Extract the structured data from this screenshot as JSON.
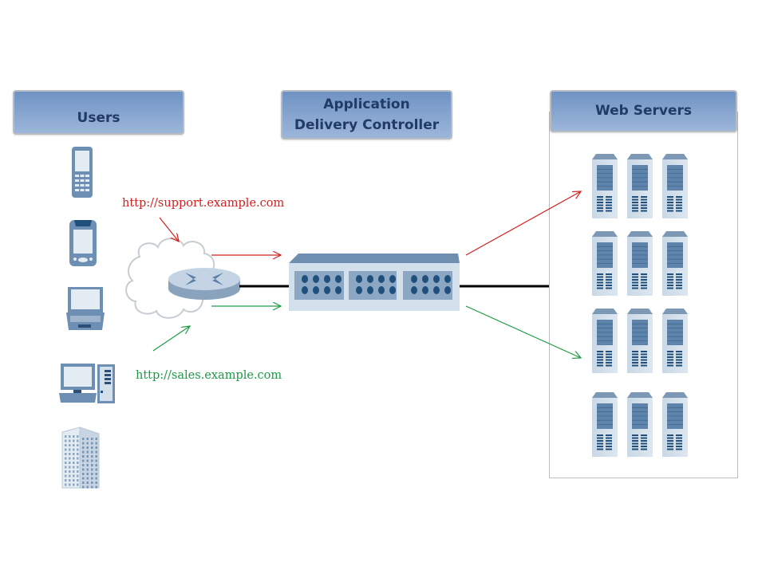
{
  "headers": {
    "users": "Users",
    "adc_line1": "Application",
    "adc_line2": "Delivery Controller",
    "web_servers": "Web Servers"
  },
  "labels": {
    "support_url": "http://support.example.com",
    "sales_url": "http://sales.example.com"
  },
  "user_devices": [
    "mobile-phone",
    "pda",
    "laptop",
    "desktop-computer",
    "office-building"
  ],
  "web_server_grid": {
    "rows": 4,
    "columns": 3
  },
  "colors": {
    "support_flow": "#d4201f",
    "sales_flow": "#1d9a46",
    "header_text": "#1f3b66",
    "device_blue": "#5b7fa6",
    "device_light": "#d3dfeb"
  }
}
